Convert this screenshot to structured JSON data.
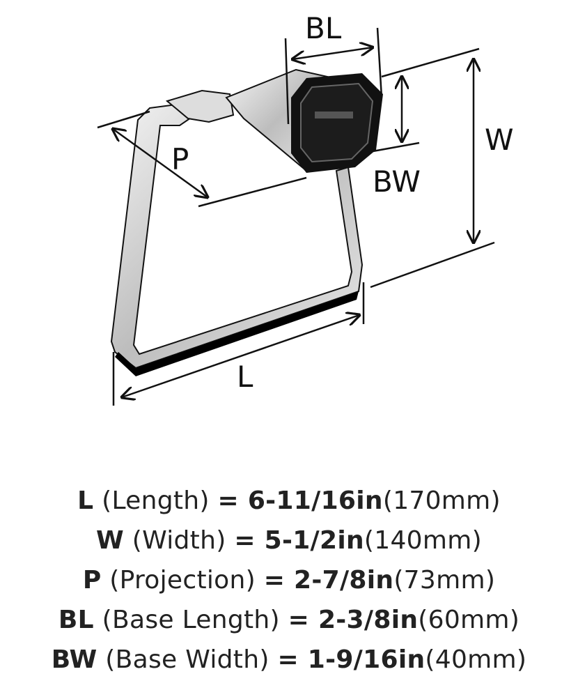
{
  "diagram": {
    "labels": {
      "bl": "BL",
      "w": "W",
      "p": "P",
      "bw": "BW",
      "l": "L"
    }
  },
  "specs": [
    {
      "abbr": "L",
      "name": "(Length)",
      "imperial": "= 6-11/16in",
      "metric": "(170mm)"
    },
    {
      "abbr": "W",
      "name": "(Width)",
      "imperial": "= 5-1/2in",
      "metric": "(140mm)"
    },
    {
      "abbr": "P",
      "name": "(Projection)",
      "imperial": "= 2-7/8in",
      "metric": "(73mm)"
    },
    {
      "abbr": "BL",
      "name": "(Base Length)",
      "imperial": "= 2-3/8in",
      "metric": "(60mm)"
    },
    {
      "abbr": "BW",
      "name": "(Base Width)",
      "imperial": "= 1-9/16in",
      "metric": "(40mm)"
    }
  ]
}
